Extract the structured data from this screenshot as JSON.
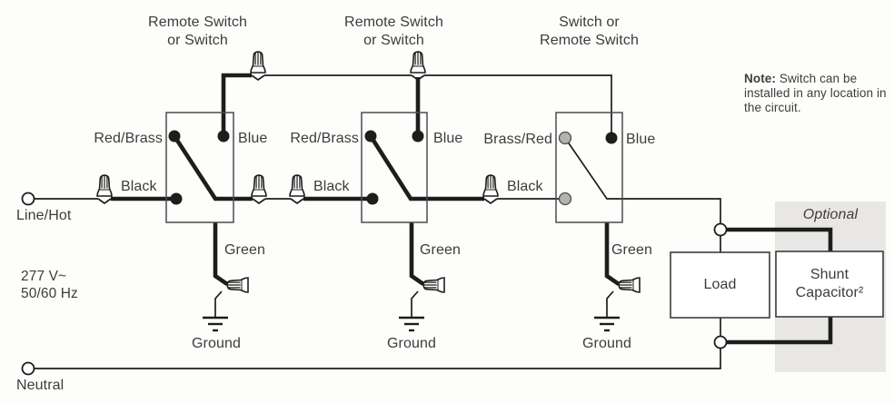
{
  "colors": {
    "wire": "#1d1d1b",
    "text": "#3c3c3b",
    "box_stroke": "#4d4d4d",
    "optional_panel_bg": "#e8e7e5",
    "gray_terminal": "#b3b2b0"
  },
  "switches": [
    {
      "title": "Remote Switch\nor Switch",
      "left_terminal_label": "Red/Brass",
      "right_terminal_label": "Blue",
      "input_wire_label": "Black",
      "ground_wire_label": "Green",
      "ground_label": "Ground"
    },
    {
      "title": "Remote Switch\nor Switch",
      "left_terminal_label": "Red/Brass",
      "right_terminal_label": "Blue",
      "input_wire_label": "Black",
      "ground_wire_label": "Green",
      "ground_label": "Ground"
    },
    {
      "title": "Switch or\nRemote Switch",
      "left_terminal_label": "Brass/Red",
      "right_terminal_label": "Blue",
      "input_wire_label": "Black",
      "ground_wire_label": "Green",
      "ground_label": "Ground"
    }
  ],
  "power": {
    "line_label": "Line/Hot",
    "voltage": "277 V~",
    "frequency": "50/60 Hz",
    "neutral_label": "Neutral"
  },
  "load": {
    "label": "Load"
  },
  "optional": {
    "label": "Optional",
    "shunt_capacitor_label": "Shunt\nCapacitor²"
  },
  "note": {
    "label": "Note:",
    "text": " Switch can be installed in any location in the circuit."
  }
}
